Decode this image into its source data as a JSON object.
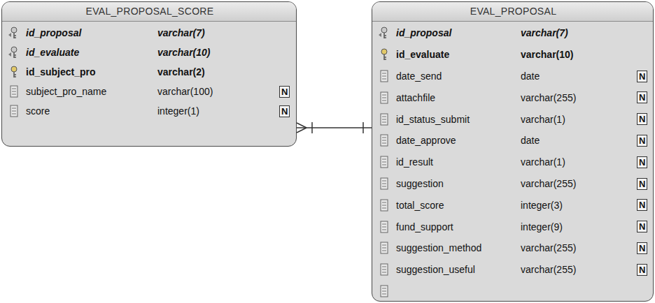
{
  "diagram": {
    "nodes": [
      {
        "text": [
          "EVAL_PROPOSAL_SCORE",
          "id_proposal",
          "varchar(7)",
          "id_evaluate",
          "varchar(10)",
          "id_subject_pro",
          "varchar(2)",
          "subject_pro_name",
          "varchar(100)",
          "N",
          "score",
          "integer(1)",
          "N"
        ]
      },
      {
        "text": [
          "EVAL_PROPOSAL",
          "id_proposal",
          "varchar(7)",
          "id_evaluate",
          "varchar(10)",
          "date_send",
          "date",
          "N",
          "attachfile",
          "varchar(255)",
          "N",
          "id_status_submit",
          "varchar(1)",
          "N",
          "date_approve",
          "date",
          "N",
          "id_result",
          "varchar(1)",
          "N",
          "suggestion",
          "varchar(255)",
          "N",
          "total_score",
          "integer(3)",
          "N",
          "fund_support",
          "integer(9)",
          "N",
          "suggestion_method",
          "varchar(255)",
          "N",
          "suggestion_useful",
          "varchar(255)",
          "N"
        ]
      }
    ],
    "edges": [
      {
        "from": 0,
        "to": 1,
        "arrow": "none"
      }
    ]
  }
}
